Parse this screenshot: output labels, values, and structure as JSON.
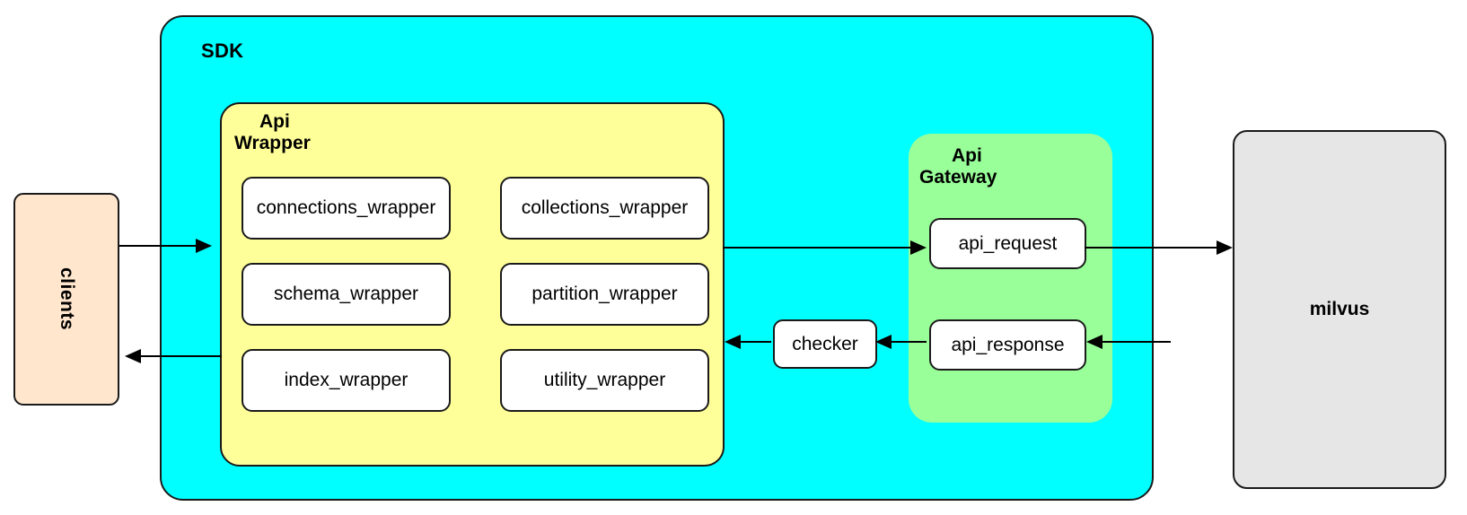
{
  "diagram": {
    "title_regions": {
      "sdk": "SDK",
      "api_wrapper_line1": "Api",
      "api_wrapper_line2": "Wrapper",
      "api_gateway_line1": "Api",
      "api_gateway_line2": "Gateway"
    },
    "clients": {
      "label": "clients"
    },
    "milvus": {
      "label": "milvus"
    },
    "checker": {
      "label": "checker"
    },
    "api_wrapper_modules": [
      {
        "label": "connections_wrapper"
      },
      {
        "label": "collections_wrapper"
      },
      {
        "label": "schema_wrapper"
      },
      {
        "label": "partition_wrapper"
      },
      {
        "label": "index_wrapper"
      },
      {
        "label": "utility_wrapper"
      }
    ],
    "api_gateway_modules": [
      {
        "label": "api_request"
      },
      {
        "label": "api_response"
      }
    ],
    "colors": {
      "sdk_fill": "#00ffff",
      "api_wrapper_fill": "#ffff99",
      "api_gateway_fill": "#99ff99",
      "clients_fill": "#ffe6cc",
      "milvus_fill": "#e6e6e6",
      "leaf_fill": "#ffffff",
      "stroke": "#1a1a1a",
      "connector": "#000000",
      "text": "#000000",
      "page_background": "#ffffff"
    }
  }
}
